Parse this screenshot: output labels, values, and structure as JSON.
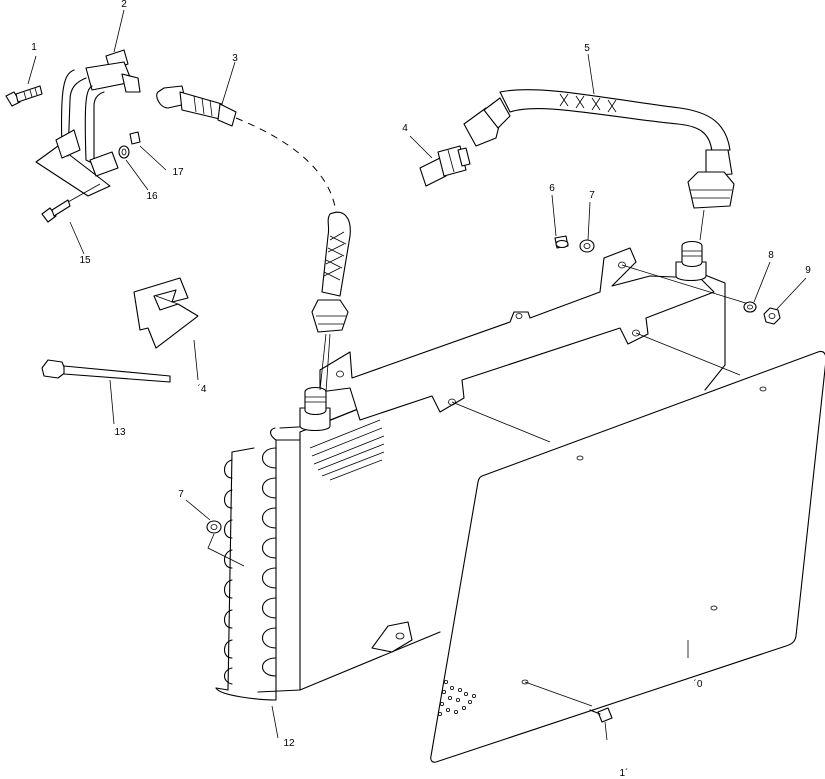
{
  "callouts": {
    "c1": "1",
    "c2": "2",
    "c3": "3",
    "c4": "4",
    "c5": "5",
    "c6": "6",
    "c7a": "7",
    "c7b": "7",
    "c8": "8",
    "c9": "9",
    "c10": "´0",
    "c11": "1´",
    "c12": "12",
    "c13": "13",
    "c14": "´4",
    "c15": "15",
    "c16": "16",
    "c17": "17"
  },
  "colors": {
    "line": "#000000",
    "background": "#ffffff"
  }
}
